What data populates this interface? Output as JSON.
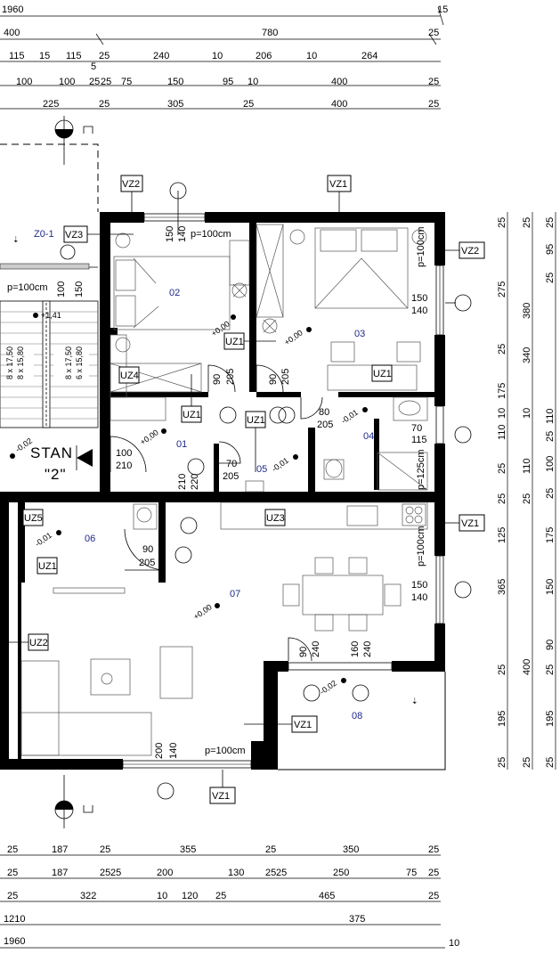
{
  "dimensions_top": {
    "row1": [
      "1960",
      "15"
    ],
    "row2": [
      "400",
      "780",
      "25"
    ],
    "row3": [
      "115",
      "15",
      "115",
      "25",
      "240",
      "10",
      "206",
      "10",
      "264"
    ],
    "row3_sub": "5",
    "row4": [
      "100",
      "100",
      "25",
      "25",
      "75",
      "150",
      "95",
      "10",
      "400",
      "25"
    ],
    "row5": [
      "225",
      "25",
      "305",
      "25",
      "400",
      "25"
    ]
  },
  "dimensions_bottom": {
    "row1": [
      "25",
      "187",
      "25",
      "355",
      "25",
      "350",
      "25"
    ],
    "row2": [
      "25",
      "187",
      "25",
      "25",
      "200",
      "130",
      "25",
      "25",
      "250",
      "75",
      "25"
    ],
    "row3": [
      "25",
      "322",
      "10",
      "120",
      "25",
      "465",
      "25"
    ],
    "row4": [
      "1210",
      "375"
    ],
    "row5": [
      "1960",
      "10"
    ]
  },
  "dimensions_right": {
    "col1": [
      "25",
      "275",
      "25",
      "175",
      "10",
      "110",
      "25",
      "125",
      "25",
      "365",
      "25",
      "195",
      "25"
    ],
    "col2": [
      "25",
      "380",
      "340",
      "10",
      "110",
      "25",
      "400",
      "25"
    ],
    "col3": [
      "25",
      "95",
      "25",
      "110",
      "25",
      "100",
      "25",
      "175",
      "150",
      "90",
      "25",
      "195",
      "25"
    ]
  },
  "rooms": {
    "r01": "01",
    "r02": "02",
    "r03": "03",
    "r04": "04",
    "r05": "05",
    "r06": "06",
    "r07": "07",
    "r08": "08",
    "z01": "Z0-1"
  },
  "tags": {
    "vz1": "VZ1",
    "vz2": "VZ2",
    "vz3": "VZ3",
    "uz1": "UZ1",
    "uz2": "UZ2",
    "uz3": "UZ3",
    "uz4": "UZ4",
    "uz5": "UZ5"
  },
  "apartment": {
    "line1": "STAN",
    "line2": "\"2\""
  },
  "levels": {
    "l1": "+1,41",
    "l2": "-0,02",
    "l3": "+0,00",
    "l4": "+0,00",
    "l5": "+0,00",
    "l6": "-0,01",
    "l7": "-0,01",
    "l8": "-0,01",
    "l9": "+0,00",
    "l10": "-0,02"
  },
  "openings": {
    "w1_top": "150",
    "w1_bot": "140",
    "w2_top": "150",
    "w2_bot": "140",
    "w3_top": "150",
    "w3_bot": "140",
    "w4_top": "200",
    "w4_bot": "140",
    "d02_w": "90",
    "d02_h": "205",
    "d03_w": "90",
    "d03_h": "205",
    "d04_w": "80",
    "d04_h": "205",
    "d05_w": "70",
    "d05_h": "205",
    "d01_w": "100",
    "d01_h": "210",
    "d06_w": "90",
    "d06_h": "205",
    "d_entry_h": "210",
    "d_entry_w": "220",
    "d08a_w": "90",
    "d08a_h": "240",
    "d08b_w": "160",
    "d08b_h": "240",
    "bath_w": "70",
    "bath_h": "115",
    "stair_w": "100",
    "stair_h": "150",
    "p1": "p=100cm",
    "p2": "p=100cm",
    "p3": "p=100cm",
    "p4": "p=100cm",
    "p5": "p=100cm",
    "p6": "p=125cm"
  },
  "stairs": {
    "s1": "8 x 17,50",
    "s2": "8 x 15,80",
    "s3": "8 x 17,50",
    "s4": "6 x 15,80"
  }
}
